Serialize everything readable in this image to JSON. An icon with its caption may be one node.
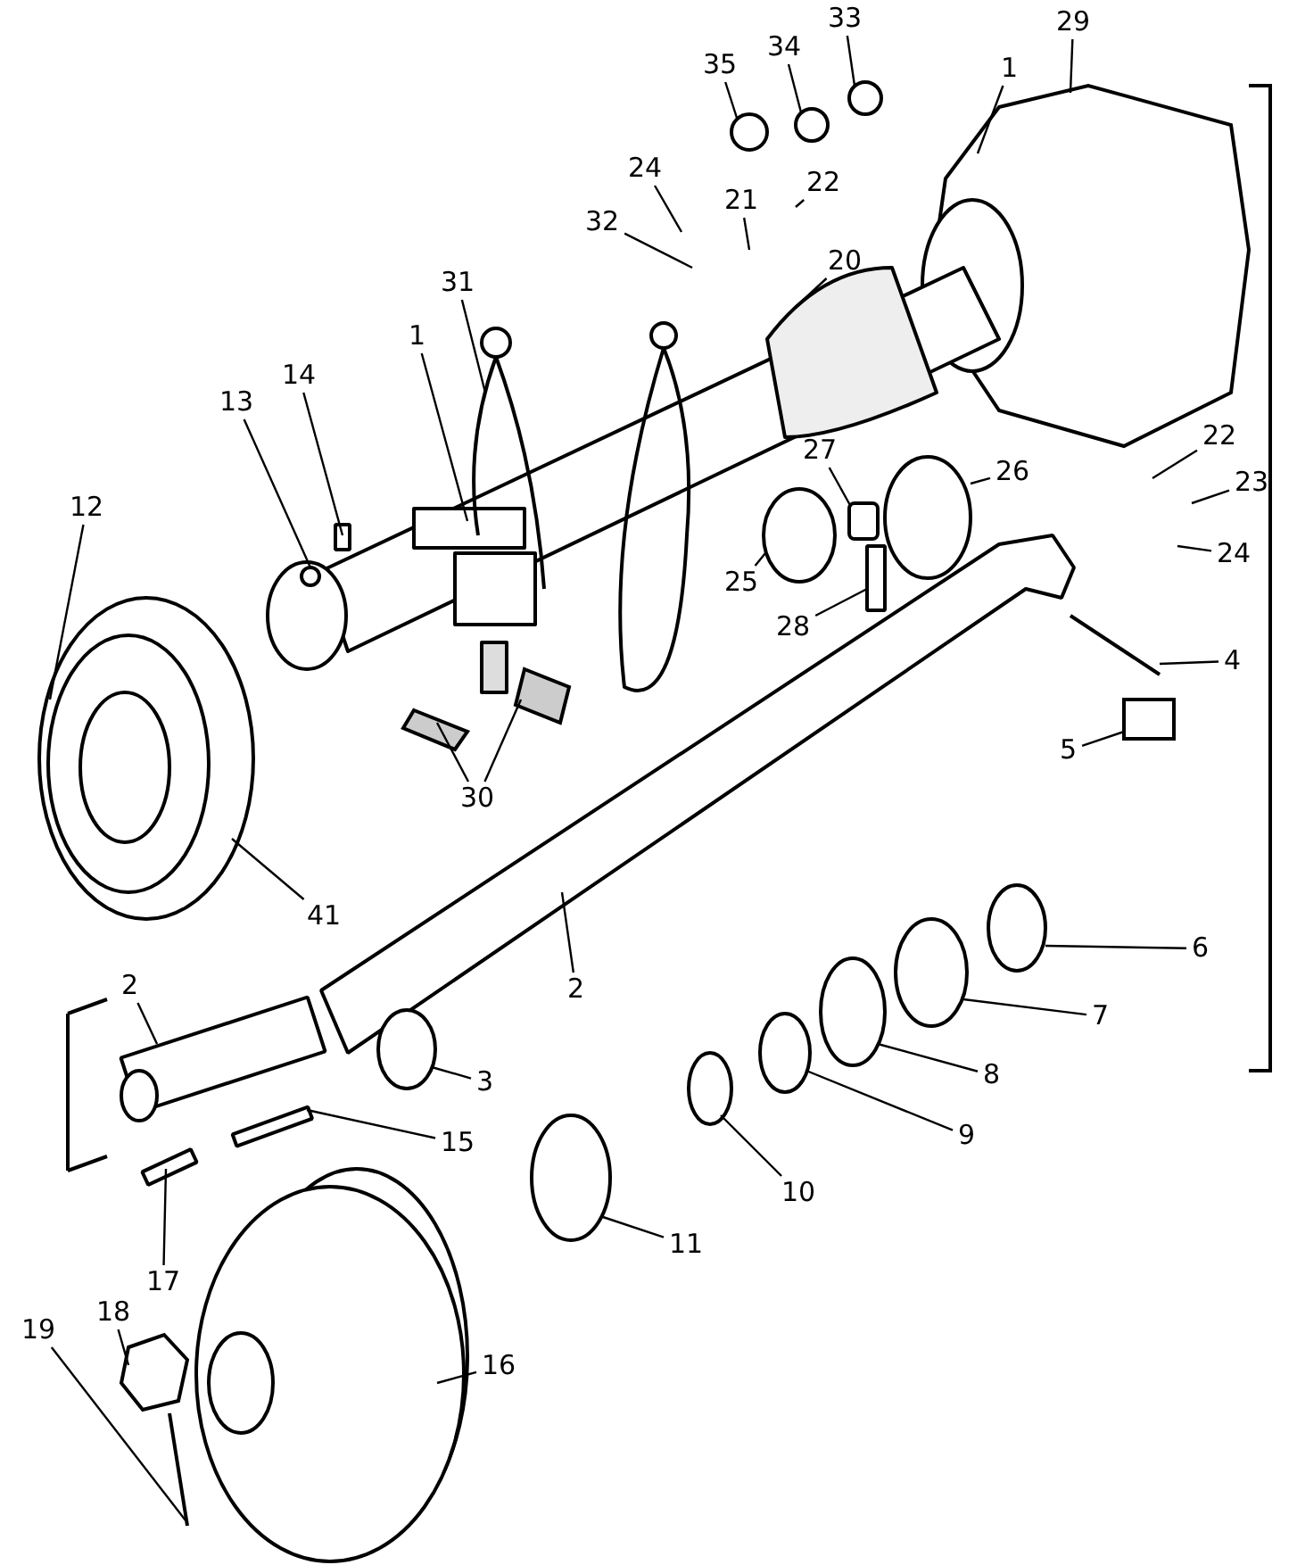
{
  "diagram": {
    "nodes": [
      {
        "text": [
          "33"
        ]
      },
      {
        "text": [
          "29"
        ]
      },
      {
        "text": [
          "1"
        ]
      },
      {
        "text": [
          "34"
        ]
      },
      {
        "text": [
          "35"
        ]
      },
      {
        "text": [
          "21"
        ]
      },
      {
        "text": [
          "24"
        ]
      },
      {
        "text": [
          "22"
        ]
      },
      {
        "text": [
          "32"
        ]
      },
      {
        "text": [
          "31"
        ]
      },
      {
        "text": [
          "20"
        ]
      },
      {
        "text": [
          "1"
        ]
      },
      {
        "text": [
          "14"
        ]
      },
      {
        "text": [
          "13"
        ]
      },
      {
        "text": [
          "12"
        ]
      },
      {
        "text": [
          "22"
        ]
      },
      {
        "text": [
          "23"
        ]
      },
      {
        "text": [
          "24"
        ]
      },
      {
        "text": [
          "27"
        ]
      },
      {
        "text": [
          "26"
        ]
      },
      {
        "text": [
          "25"
        ]
      },
      {
        "text": [
          "28"
        ]
      },
      {
        "text": [
          "4"
        ]
      },
      {
        "text": [
          "5"
        ]
      },
      {
        "text": [
          "30"
        ]
      },
      {
        "text": [
          "41"
        ]
      },
      {
        "text": [
          "2"
        ]
      },
      {
        "text": [
          "6"
        ]
      },
      {
        "text": [
          "7"
        ]
      },
      {
        "text": [
          "8"
        ]
      },
      {
        "text": [
          "2"
        ]
      },
      {
        "text": [
          "3"
        ]
      },
      {
        "text": [
          "15"
        ]
      },
      {
        "text": [
          "9"
        ]
      },
      {
        "text": [
          "10"
        ]
      },
      {
        "text": [
          "11"
        ]
      },
      {
        "text": [
          "17"
        ]
      },
      {
        "text": [
          "18"
        ]
      },
      {
        "text": [
          "16"
        ]
      },
      {
        "text": [
          "19"
        ]
      },
      {
        "text": [],
        "shape": "circle"
      },
      {
        "text": [],
        "shape": "circle"
      },
      {
        "text": [],
        "shape": "circle"
      },
      {
        "text": [],
        "shape": "box"
      },
      {
        "text": [],
        "shape": "box"
      },
      {
        "text": [],
        "shape": "cylinder"
      },
      {
        "text": [],
        "shape": "bar"
      },
      {
        "text": [],
        "shape": "circle"
      },
      {
        "text": [],
        "shape": "circle"
      },
      {
        "text": [],
        "shape": "circle"
      },
      {
        "text": [],
        "shape": "circle"
      },
      {
        "text": [],
        "shape": "circle"
      },
      {
        "text": [],
        "shape": "circle"
      },
      {
        "text": [],
        "shape": "bar"
      },
      {
        "text": [],
        "shape": "bar"
      },
      {
        "text": [],
        "shape": "box"
      },
      {
        "text": [],
        "shape": "box"
      },
      {
        "text": [],
        "shape": "box"
      },
      {
        "text": [],
        "shape": "bar"
      },
      {
        "text": [],
        "shape": "circle"
      },
      {
        "text": [],
        "shape": "circle"
      },
      {
        "text": [],
        "shape": "circle"
      },
      {
        "text": [],
        "shape": "circle"
      },
      {
        "text": [],
        "shape": "circle"
      },
      {
        "text": [],
        "shape": "circle"
      },
      {
        "text": [],
        "shape": "circle"
      },
      {
        "text": [],
        "shape": "bar"
      },
      {
        "text": [],
        "shape": "bar"
      },
      {
        "text": [],
        "shape": "box"
      },
      {
        "text": [],
        "shape": "circle"
      },
      {
        "text": [],
        "shape": "bar"
      }
    ],
    "edges": [
      {
        "from": 0,
        "to": 42,
        "arrow": "none"
      },
      {
        "from": 1,
        "to": 44,
        "arrow": "none"
      },
      {
        "from": 2,
        "to": 44,
        "arrow": "none"
      },
      {
        "from": 3,
        "to": 41,
        "arrow": "none"
      },
      {
        "from": 4,
        "to": 40,
        "arrow": "none"
      },
      {
        "from": 5,
        "to": null,
        "arrow": "none"
      },
      {
        "from": 6,
        "to": null,
        "arrow": "none"
      },
      {
        "from": 7,
        "to": null,
        "arrow": "none"
      },
      {
        "from": 8,
        "to": null,
        "arrow": "none"
      },
      {
        "from": 9,
        "to": 48,
        "arrow": "none"
      },
      {
        "from": 10,
        "to": 45,
        "arrow": "none"
      },
      {
        "from": 11,
        "to": 45,
        "arrow": "none"
      },
      {
        "from": 12,
        "to": 46,
        "arrow": "none"
      },
      {
        "from": 13,
        "to": 47,
        "arrow": "none"
      },
      {
        "from": 14,
        "to": 50,
        "arrow": "none"
      },
      {
        "from": 15,
        "to": null,
        "arrow": "none"
      },
      {
        "from": 16,
        "to": null,
        "arrow": "none"
      },
      {
        "from": 17,
        "to": null,
        "arrow": "none"
      },
      {
        "from": 18,
        "to": 43,
        "arrow": "none"
      },
      {
        "from": 19,
        "to": 52,
        "arrow": "none"
      },
      {
        "from": 20,
        "to": 51,
        "arrow": "none"
      },
      {
        "from": 21,
        "to": 53,
        "arrow": "none"
      },
      {
        "from": 22,
        "to": 54,
        "arrow": "none"
      },
      {
        "from": 23,
        "to": 55,
        "arrow": "none"
      },
      {
        "from": 24,
        "to": 56,
        "arrow": "none"
      },
      {
        "from": 24,
        "to": 57,
        "arrow": "none"
      },
      {
        "from": 25,
        "to": 50,
        "arrow": "none"
      },
      {
        "from": 26,
        "to": 58,
        "arrow": "none"
      },
      {
        "from": 27,
        "to": 59,
        "arrow": "none"
      },
      {
        "from": 28,
        "to": 60,
        "arrow": "none"
      },
      {
        "from": 29,
        "to": 61,
        "arrow": "none"
      },
      {
        "from": 30,
        "to": 58,
        "arrow": "none"
      },
      {
        "from": 31,
        "to": 65,
        "arrow": "none"
      },
      {
        "from": 32,
        "to": 66,
        "arrow": "none"
      },
      {
        "from": 33,
        "to": 62,
        "arrow": "none"
      },
      {
        "from": 34,
        "to": 63,
        "arrow": "none"
      },
      {
        "from": 35,
        "to": 64,
        "arrow": "none"
      },
      {
        "from": 36,
        "to": 67,
        "arrow": "none"
      },
      {
        "from": 37,
        "to": 68,
        "arrow": "none"
      },
      {
        "from": 38,
        "to": 69,
        "arrow": "none"
      },
      {
        "from": 39,
        "to": 70,
        "arrow": "none"
      }
    ]
  }
}
